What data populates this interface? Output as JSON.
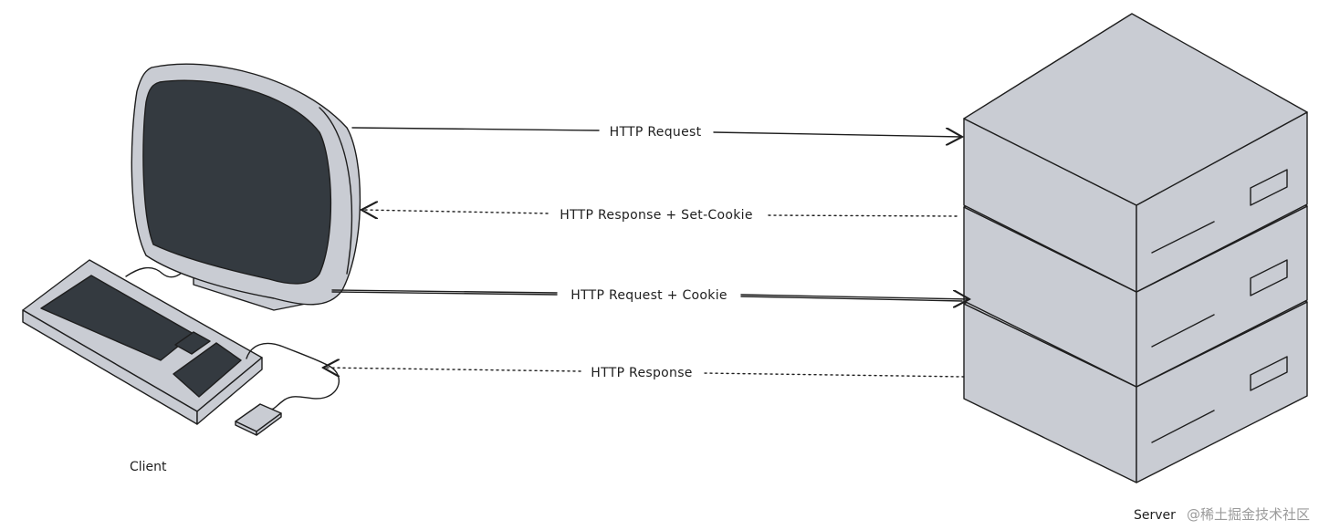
{
  "client_label": "Client",
  "server_label": "Server",
  "watermark": "@稀土掘金技术社区",
  "arrows": [
    {
      "label": "HTTP Request",
      "direction": "client-to-server",
      "style": "solid"
    },
    {
      "label": "HTTP Response + Set-Cookie",
      "direction": "server-to-client",
      "style": "dotted"
    },
    {
      "label": "HTTP Request + Cookie",
      "direction": "client-to-server",
      "style": "solid"
    },
    {
      "label": "HTTP Response",
      "direction": "server-to-client",
      "style": "dotted"
    }
  ],
  "colors": {
    "device_fill": "#c9ccd3",
    "screen_fill": "#343a40",
    "stroke": "#1e1e1e",
    "watermark": "#9a9a9a"
  }
}
